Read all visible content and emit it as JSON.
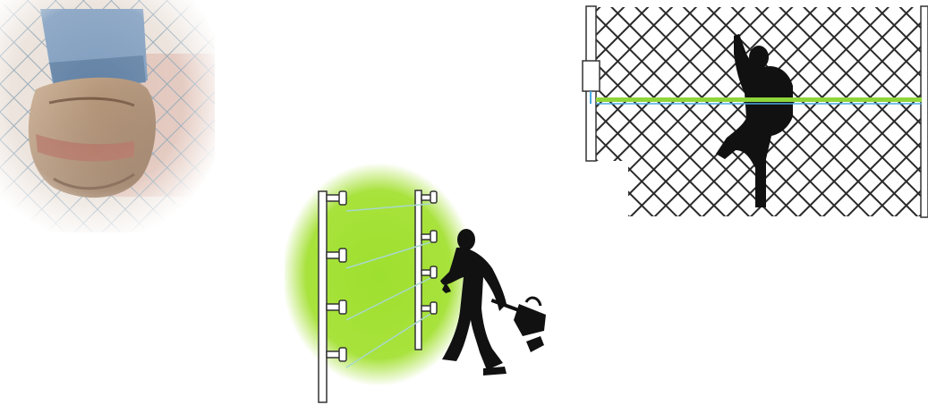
{
  "image": {
    "panels": [
      {
        "id": "climb-photo",
        "icon": "gloved-hand-on-chain-link-fence"
      },
      {
        "id": "electric-fence",
        "icon": "intruder-approaching-electric-fence"
      },
      {
        "id": "fence-sensor",
        "icon": "intruder-climbing-fence-with-sensor-line"
      }
    ]
  },
  "colors": {
    "background": "#ffffff",
    "glow_green": "#9ee02e",
    "sensor_line": "#8fd63a",
    "wire": "#a8d8cc",
    "fence_dark": "#2a2a2a",
    "silhouette": "#111111",
    "glove_tan": "#b39477",
    "denim": "#7d9bbd"
  }
}
